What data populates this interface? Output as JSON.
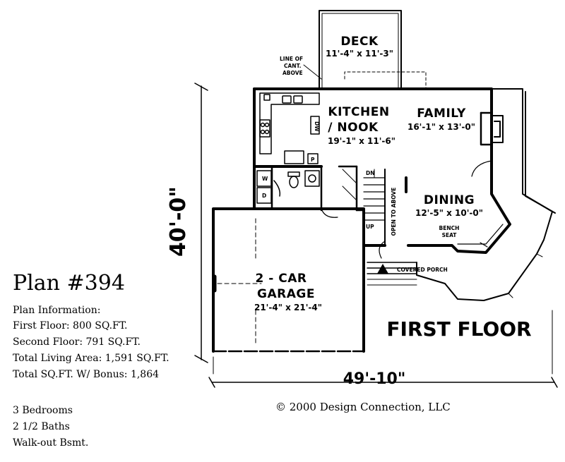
{
  "plan": {
    "title": "Plan #394",
    "info_heading": "Plan Information:",
    "first_floor": "First Floor: 800 SQ.FT.",
    "second_floor": "Second Floor: 791 SQ.FT.",
    "total_living": "Total Living Area: 1,591 SQ.FT.",
    "total_bonus": "Total SQ.FT. W/ Bonus: 1,864",
    "bedrooms": "3 Bedrooms",
    "baths": "2 1/2 Baths",
    "basement": "Walk-out Bsmt."
  },
  "rooms": {
    "deck_name": "DECK",
    "deck_dim": "11'-4\" x 11'-3\"",
    "kitchen_name_1": "KITCHEN",
    "kitchen_name_2": "/ NOOK",
    "kitchen_dim": "19'-1\" x 11'-6\"",
    "family_name": "FAMILY",
    "family_dim": "16'-1\" x 13'-0\"",
    "dining_name": "DINING",
    "dining_dim": "12'-5\" x 10'-0\"",
    "garage_name_1": "2 - CAR",
    "garage_name_2": "GARAGE",
    "garage_dim": "21'-4\" x 21'-4\""
  },
  "notes": {
    "line_of_cant_1": "LINE OF",
    "line_of_cant_2": "CANT.",
    "line_of_cant_3": "ABOVE",
    "bench_1": "BENCH",
    "bench_2": "SEAT",
    "covered_porch": "COVERED PORCH",
    "open_to_above": "OPEN TO ABOVE",
    "stair_up": "UP",
    "stair_down": "DN",
    "dishwasher": "DW",
    "pantry": "P",
    "washer": "W",
    "dryer": "D"
  },
  "dimensions": {
    "depth": "40'-0\"",
    "width": "49'-10\""
  },
  "floor_label": "FIRST FLOOR",
  "copyright": "© 2000 Design Connection, LLC"
}
